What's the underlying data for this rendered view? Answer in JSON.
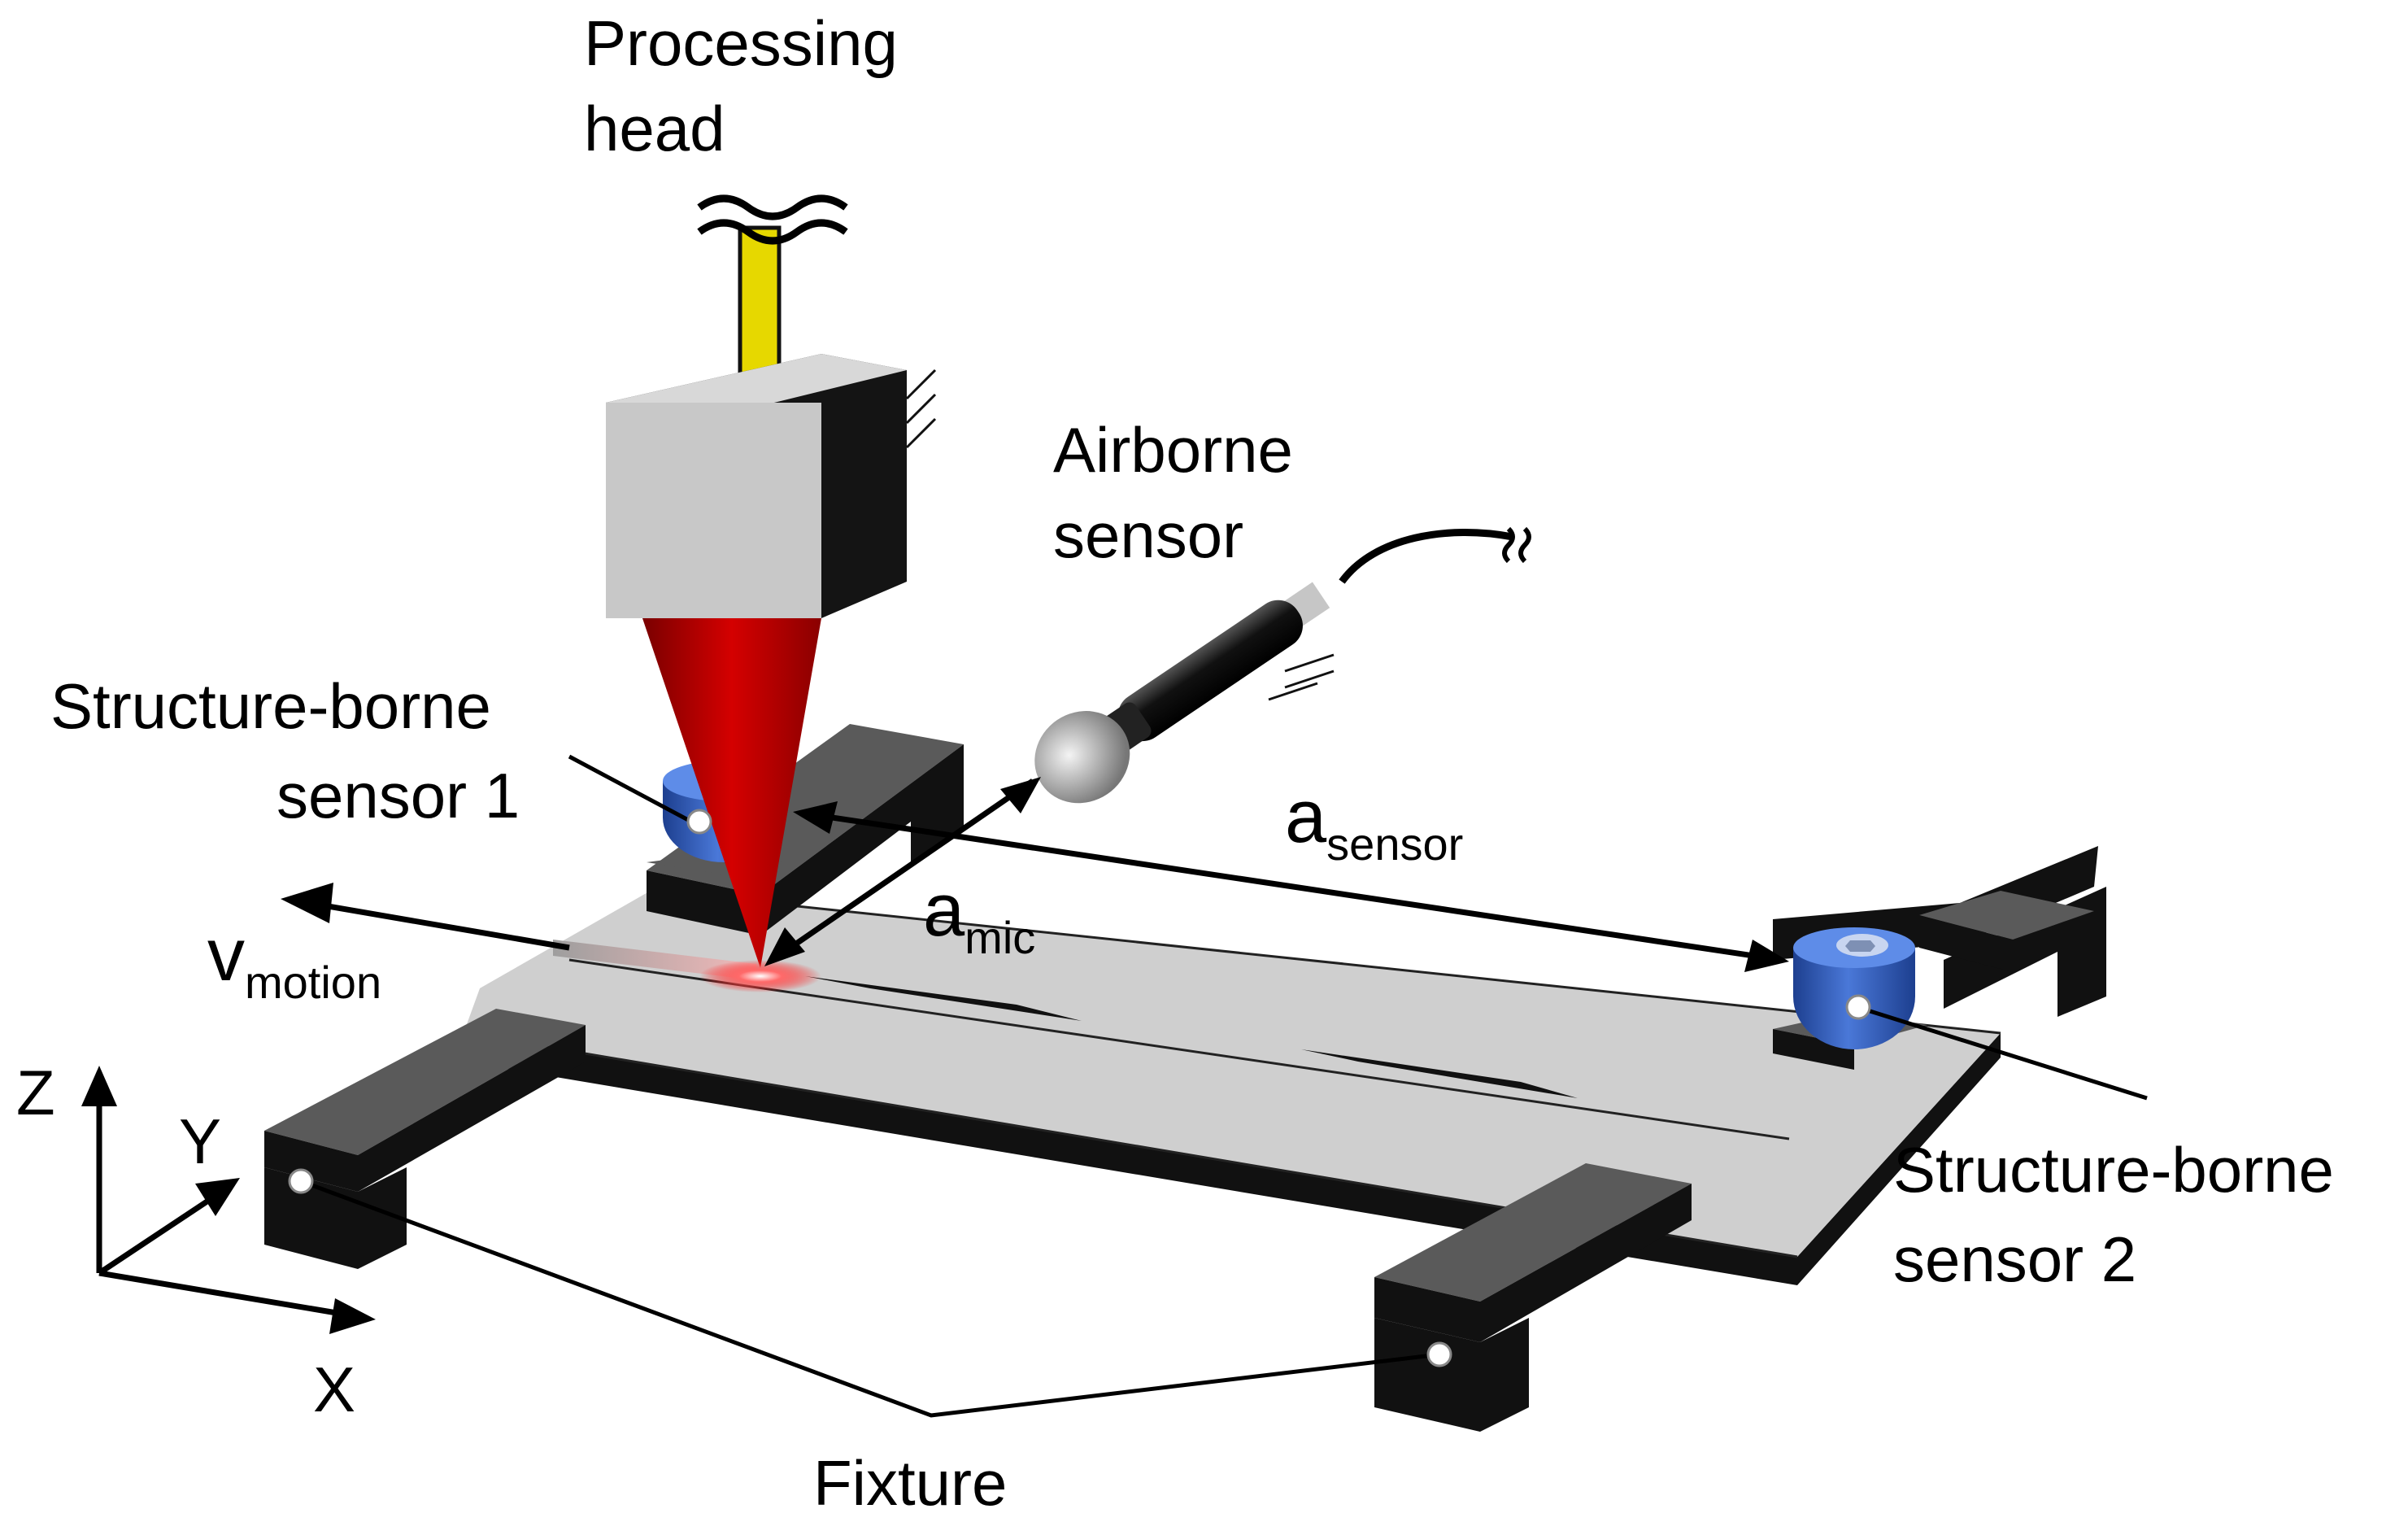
{
  "labels": {
    "processing_head": [
      "Processing",
      "head"
    ],
    "airborne_sensor": [
      "Airborne",
      "sensor"
    ],
    "structure_borne_1": [
      "Structure-borne",
      "sensor 1"
    ],
    "structure_borne_2": [
      "Structure-borne",
      "sensor 2"
    ],
    "fixture": "Fixture",
    "a_sensor": {
      "base": "a",
      "sub": "sensor"
    },
    "a_mic": {
      "base": "a",
      "sub": "mic"
    },
    "v_motion": {
      "base": "v",
      "sub": "motion"
    },
    "axis_x": "X",
    "axis_y": "Y",
    "axis_z": "Z"
  },
  "colors": {
    "plate": "#cfcfcf",
    "plate_edge": "#111111",
    "fixture_top": "#5a5a5a",
    "fixture_side": "#111111",
    "head_front": "#c8c8c8",
    "head_side": "#141414",
    "fiber": "#e6d800",
    "beam": "#c40000",
    "sensor_blue": "#3f6fd0",
    "microphone": "#111111",
    "mic_tip": "#bdbdbd"
  }
}
